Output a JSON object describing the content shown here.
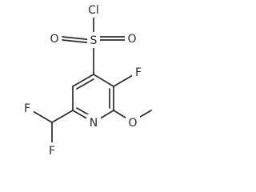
{
  "molecule": {
    "atoms": {
      "chlorine": "Cl",
      "sulfur": "S",
      "oxygen_left": "O",
      "oxygen_right": "O",
      "fluorine_ring": "F",
      "nitrogen": "N",
      "oxygen_methoxy": "O",
      "fluorine_top": "F",
      "fluorine_bottom": "F"
    }
  }
}
